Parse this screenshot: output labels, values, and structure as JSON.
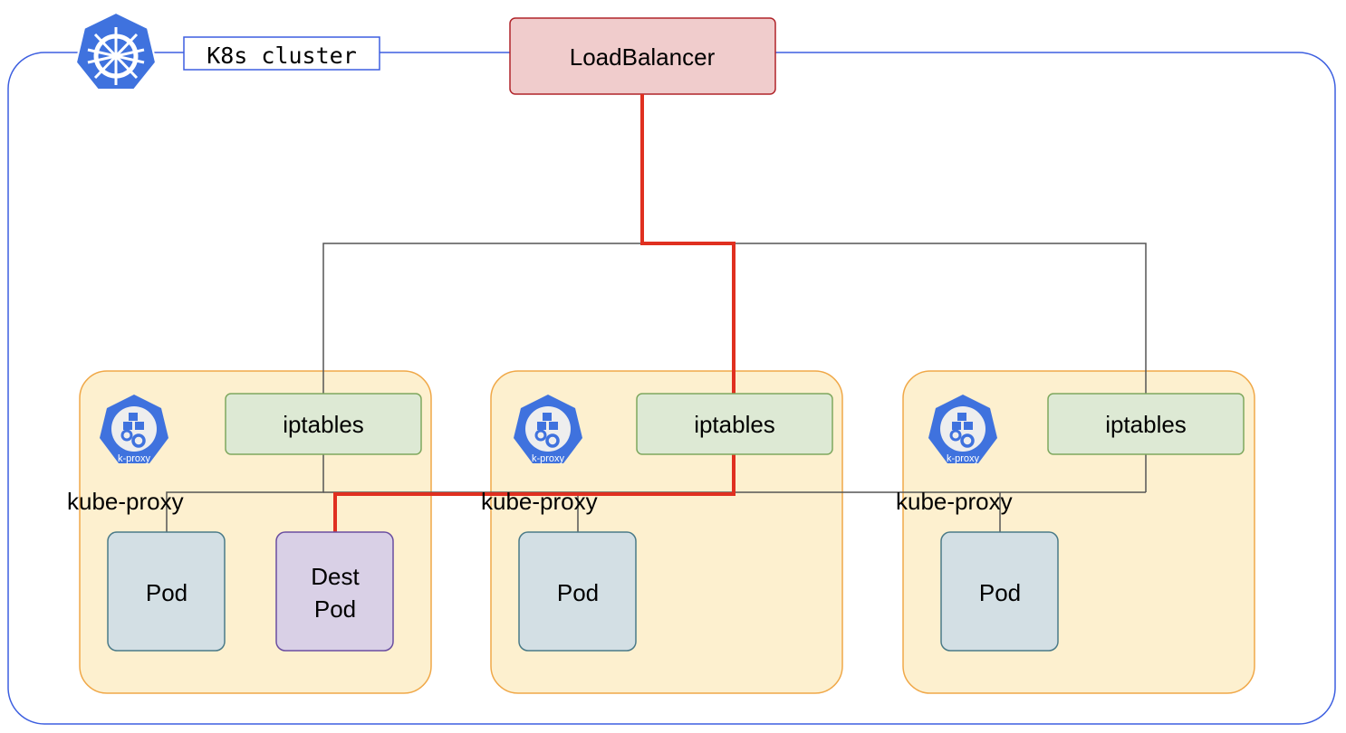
{
  "cluster": {
    "label": "K8s cluster",
    "icon": "kubernetes-helm-icon",
    "border_color": "#3d5fe0"
  },
  "load_balancer": {
    "label": "LoadBalancer",
    "fill": "#f0cccc",
    "stroke": "#b0242a"
  },
  "nodes": [
    {
      "iptables": "iptables",
      "proxy_label": "kube-proxy",
      "proxy_icon_text": "k-proxy",
      "pods": [
        "Pod",
        "Dest Pod"
      ]
    },
    {
      "iptables": "iptables",
      "proxy_label": "kube-proxy",
      "proxy_icon_text": "k-proxy",
      "pods": [
        "Pod"
      ]
    },
    {
      "iptables": "iptables",
      "proxy_label": "kube-proxy",
      "proxy_icon_text": "k-proxy",
      "pods": [
        "Pod"
      ]
    }
  ],
  "dest_pod": {
    "line1": "Dest",
    "line2": "Pod"
  },
  "colors": {
    "node_fill": "#fdf0cf",
    "node_stroke": "#f0a848",
    "iptables_fill": "#dde9d4",
    "iptables_stroke": "#7ea85e",
    "pod_fill": "#d3dfe4",
    "pod_stroke": "#4a7a88",
    "dest_fill": "#d9d0e6",
    "dest_stroke": "#6a4ea0",
    "route": "#e03020",
    "k8s_blue": "#3f72de"
  }
}
